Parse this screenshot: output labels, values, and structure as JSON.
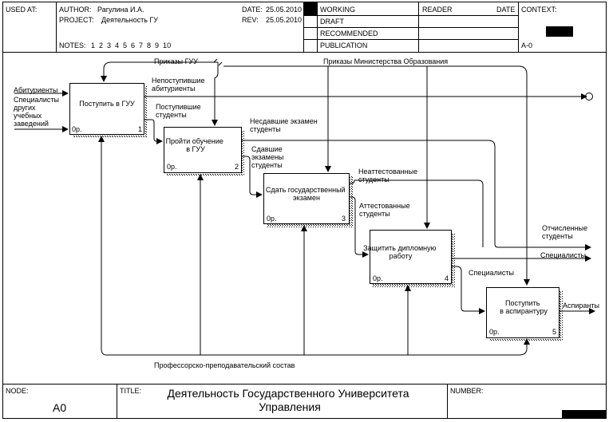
{
  "header": {
    "used_at_label": "USED AT:",
    "author_label": "AUTHOR:",
    "author": "Рагулина И.А.",
    "project_label": "PROJECT:",
    "project": "Деятельность ГУ",
    "date_label": "DATE:",
    "date": "25.05.2010",
    "rev_label": "REV:",
    "rev": "25.05.2010",
    "notes_label": "NOTES:",
    "notes_numbers": "1  2  3  4  5  6  7  8  9  10",
    "status": [
      "WORKING",
      "DRAFT",
      "RECOMMENDED",
      "PUBLICATION"
    ],
    "reader_label": "READER",
    "reader_date_label": "DATE",
    "context_label": "CONTEXT:",
    "context_node": "A-0"
  },
  "boxes": [
    {
      "title": "Поступить в ГУУ",
      "cost": "0р.",
      "num": "1"
    },
    {
      "title": "Пройти обучение в ГУУ",
      "cost": "0р.",
      "num": "2"
    },
    {
      "title": "Сдать государственный экзамен",
      "cost": "0р.",
      "num": "3"
    },
    {
      "title": "Защитить дипломную работу",
      "cost": "0р.",
      "num": "4"
    },
    {
      "title": "Поступить в аспирантуру",
      "cost": "0р.",
      "num": "5"
    }
  ],
  "arrow_labels": {
    "inputs": "Абитуриенты",
    "inputs2": "Специалисты других учебных заведений",
    "control1": "Приказы ГУУ",
    "control2": "Приказы Министерства Образования",
    "out1a": "Непоступившие абитуриенты",
    "out1b": "Поступившие студенты",
    "out2a": "Несдавшие экзамен студенты",
    "out2b": "Сдавшие экзамены студенты",
    "out3a": "Неаттестованные студенты",
    "out3b": "Аттестованные студенты",
    "out4a": "Отчисленные студенты",
    "out4b": "Специалисты",
    "out4c": "Специалисты",
    "out5": "Аспиранты",
    "mechanism": "Профессорско-преподавательский состав"
  },
  "footer": {
    "node_label": "NODE:",
    "node": "A0",
    "title_label": "TITLE:",
    "title": "Деятельность Государственного Университета Управления",
    "number_label": "NUMBER:"
  }
}
